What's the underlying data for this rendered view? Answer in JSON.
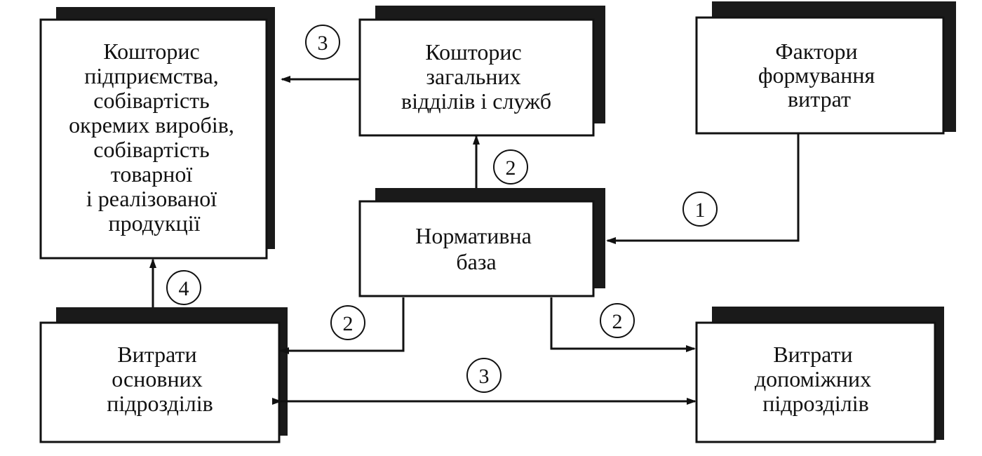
{
  "boxes": {
    "enterprise_estimate": {
      "lines": [
        "Кошторис",
        "підприємства,",
        "собівартість",
        "окремих виробів,",
        "собівартість",
        "товарної",
        "і реалізованої",
        "продукції"
      ]
    },
    "general_estimate": {
      "lines": [
        "Кошторис",
        "загальних",
        "відділів і служб"
      ]
    },
    "cost_factors": {
      "lines": [
        "Фактори",
        "формування",
        "витрат"
      ]
    },
    "normative_base": {
      "lines": [
        "Нормативна",
        "база"
      ]
    },
    "main_costs": {
      "lines": [
        "Витрати",
        "основних",
        "підрозділів"
      ]
    },
    "aux_costs": {
      "lines": [
        "Витрати",
        "допоміжних",
        "підрозділів"
      ]
    }
  },
  "step_labels": {
    "general_to_enterprise": "3",
    "normative_to_general": "2",
    "factors_to_normative": "1",
    "main_to_enterprise": "4",
    "normative_to_main": "2",
    "normative_to_aux": "2",
    "main_aux_exchange": "3"
  },
  "colors": {
    "ink": "#111111",
    "paper": "#ffffff",
    "shadow": "#1a1a1a"
  }
}
